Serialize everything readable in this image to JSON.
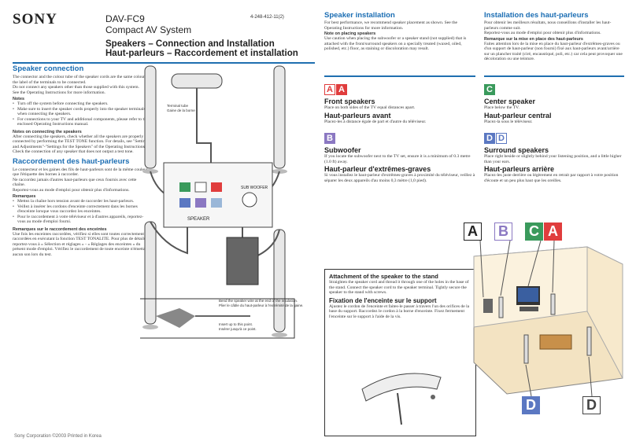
{
  "header": {
    "logo": "SONY",
    "model": "DAV-FC9",
    "system": "Compact AV System",
    "part_no": "4-248-412-11(2)",
    "title_en": "Speakers – Connection and Installation",
    "title_fr": "Haut-parleurs – Raccordement et installation"
  },
  "left": {
    "heading_en": "Speaker connection",
    "p1": "The connector and the colour tube of the speaker cords are the same colour as the label of the terminals to be connected.",
    "p2": "Do not connect any speakers other than those supplied with this system.",
    "p3": "See the Operating Instructions for more information.",
    "notes_h": "Notes",
    "notes": [
      "Turn off the system before connecting the speakers.",
      "Make sure to insert the speaker cords properly into the speaker terminals when connecting the speakers.",
      "For connections to your TV and additional components, please refer to the enclosed Operating Instructions manual."
    ],
    "notes_conn_h": "Notes on connecting the speakers",
    "notes_conn": "After connecting the speakers, check whether all the speakers are properly connected by performing the TEST TONE function. For details, see \"Settings and Adjustments\"-\"Settings for the Speakers\" of the Operating Instructions. Check the connection of any speaker that does not output a test tone.",
    "heading_fr": "Raccordement des haut-parleurs",
    "fr_p1": "Le connecteur et les gaines des fils de haut-parleurs sont de la même couleur que l'étiquette des bornes à raccorder.",
    "fr_p2": "Ne raccordez jamais d'autres haut-parleurs que ceux fournis avec cette chaîne.",
    "fr_p3": "Reportez-vous au mode d'emploi pour obtenir plus d'informations.",
    "remarques_h": "Remarques",
    "remarques": [
      "Mettez la chaîne hors tension avant de raccorder les haut-parleurs.",
      "Veillez à insérer les cordons d'enceinte correctement dans les bornes d'enceinte lorsque vous raccordez les enceintes.",
      "Pour le raccordement à votre téléviseur et à d'autres appareils, reportez-vous au mode d'emploi fourni."
    ],
    "rem_conn_h": "Remarques sur le raccordement des enceintes",
    "rem_conn": "Une fois les enceintes raccordées, vérifiez si elles sont toutes correctement raccordées en exécutant la fonction TEST TONALITE. Pour plus de détails, reportez-vous à « Sélection et réglages » - « Réglages des enceintes » du présent mode d'emploi. Vérifiez le raccordement de toute enceinte n'émettant aucun son lors du test."
  },
  "diagram": {
    "terminal_tube_en": "Terminal tube",
    "terminal_tube_fr": "Gaine de la borne",
    "speaker_label": "SPEAKER",
    "sub_label": "SUB WOOFER",
    "bend_en": "Bend the speaker wire at the end of the insulation.",
    "bend_fr": "Plier le câble du haut-parleur à l'extrémité de la gaine.",
    "insert_en": "Insert up to this point.",
    "insert_fr": "Insérer jusqu'à ce point."
  },
  "middle": {
    "heading_en": "Speaker installation",
    "p1": "For best performance, we recommend speaker placement as shown. See the Operating Instructions for more information.",
    "note_h": "Note on placing speakers",
    "note": "Use caution when placing the subwoofer or a speaker stand (not supplied) that is attached with the front/surround speakers on a specially treated (waxed, oiled, polished, etc.) floor, as staining or discoloration may result.",
    "front_h": "Front speakers",
    "front_p": "Place on both sides of the TV equal distances apart.",
    "front_h_fr": "Haut-parleurs avant",
    "front_p_fr": "Placez-les à distance égale de part et d'autre du téléviseur.",
    "sub_h": "Subwoofer",
    "sub_p": "If you locate the subwoofer next to the TV set, ensure it is a minimum of 0.3 metre (1.0 ft) away.",
    "sub_h_fr": "Haut-parleur d'extrêmes-graves",
    "sub_p_fr": "Si vous installez le haut-parleur d'extrêmes-graves à proximité du téléviseur, veillez à séparer les deux appareils d'au moins 0,3 mètre (1,0 pied).",
    "attach_h": "Attachment of the speaker to the stand",
    "attach_p": "Straighten the speaker cord and thread it through one of the holes in the base of the stand. Connect the speaker cord to the speaker terminal. Tightly secure the speaker to the stand with screws.",
    "attach_h_fr": "Fixation de l'enceinte sur le support",
    "attach_p_fr": "Ajustez le cordon de l'enceinte et faites-le passer à travers l'un des orifices de la base du support. Raccordez le cordon à la borne d'enceinte. Fixez fermement l'enceinte sur le support à l'aide de la vis."
  },
  "right": {
    "heading_fr": "Installation des haut-parleurs",
    "p1": "Pour obtenir les meilleurs résultats, nous conseillons d'installer les haut-parleurs comme suit.",
    "p2": "Reportez-vous au mode d'emploi pour obtenir plus d'informations.",
    "rem_h": "Remarque sur la mise en place des haut-parleurs",
    "rem": "Faites attention lors de la mise en place du haut-parleur d'extrêmes-graves ou d'un support de haut-parleur (non fourni) fixé aux haut-parleurs avant/arrière sur un plancher traité (ciré, encaustiqué, poli, etc.) car cela peut provoquer une décoloration ou une teinture.",
    "center_h": "Center speaker",
    "center_p": "Place below the TV.",
    "center_h_fr": "Haut-parleur central",
    "center_p_fr": "Placez-la sous le téléviseur.",
    "surround_h": "Surround speakers",
    "surround_p": "Place right beside or slightly behind your listening position, and a little higher than your ears.",
    "surround_h_fr": "Haut-parleurs arrière",
    "surround_p_fr": "Placez-les juste derrière ou légèrement en retrait par rapport à votre position d'écoute et un peu plus haut que les oreilles."
  },
  "badges": {
    "A": "A",
    "B": "B",
    "C": "C",
    "D": "D"
  },
  "colors": {
    "accent_blue": "#1a6db3",
    "badge_a": "#e03d3d",
    "badge_b": "#8b78c2",
    "badge_c": "#3a9a5c",
    "badge_d": "#5b78c2"
  },
  "footer": "Sony Corporation ©2003 Printed in Korea"
}
